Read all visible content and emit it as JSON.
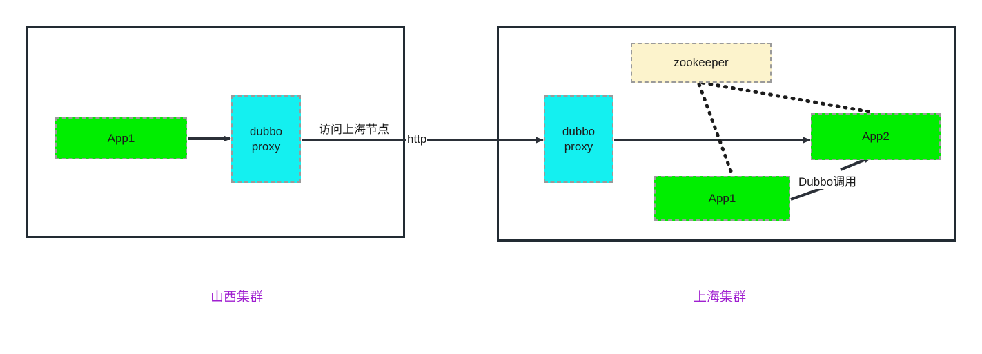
{
  "diagram": {
    "title": "dubbo proxy cross-cluster architecture",
    "background": "#ffffff",
    "colors": {
      "cluster_border": "#222b33",
      "node_border": "#9a9a9a",
      "green": "#00ee00",
      "cyan": "#14f0f0",
      "yellow": "#fcf3cc",
      "edge": "#2b3038",
      "caption": "#a020d0",
      "text": "#1b1b1b"
    }
  },
  "clusters": [
    {
      "id": "shanxi",
      "caption": "山西集群"
    },
    {
      "id": "shanghai",
      "caption": "上海集群"
    }
  ],
  "nodes": [
    {
      "id": "app1-left",
      "label": "App1",
      "fill": "green",
      "cluster": "shanxi"
    },
    {
      "id": "proxy-left",
      "label": "dubbo\nproxy",
      "fill": "cyan",
      "cluster": "shanxi"
    },
    {
      "id": "proxy-right",
      "label": "dubbo\nproxy",
      "fill": "cyan",
      "cluster": "shanghai"
    },
    {
      "id": "zookeeper",
      "label": "zookeeper",
      "fill": "yellow",
      "cluster": "shanghai"
    },
    {
      "id": "app1-right",
      "label": "App1",
      "fill": "green",
      "cluster": "shanghai"
    },
    {
      "id": "app2",
      "label": "App2",
      "fill": "green",
      "cluster": "shanghai"
    }
  ],
  "edges": [
    {
      "id": "app1-to-proxy",
      "from": "app1-left",
      "to": "proxy-left",
      "style": "solid",
      "arrow": true,
      "label": ""
    },
    {
      "id": "proxy-to-proxy",
      "from": "proxy-left",
      "to": "proxy-right",
      "style": "solid",
      "arrow": true,
      "label_above": "访问上海节点",
      "label_inline": "http"
    },
    {
      "id": "proxy-to-app2",
      "from": "proxy-right",
      "to": "app2",
      "style": "solid",
      "arrow": true,
      "label": ""
    },
    {
      "id": "zookeeper-to-app1",
      "from": "zookeeper",
      "to": "app1-right",
      "style": "dotted",
      "arrow": false,
      "label": ""
    },
    {
      "id": "zookeeper-to-app2",
      "from": "zookeeper",
      "to": "app2",
      "style": "dotted",
      "arrow": false,
      "label": ""
    },
    {
      "id": "app1-to-app2",
      "from": "app1-right",
      "to": "app2",
      "style": "solid",
      "arrow": true,
      "label": "Dubbo调用"
    }
  ],
  "labels": {
    "visit_shanghai": "访问上海节点",
    "http": "http",
    "dubbo_call": "Dubbo调用"
  }
}
